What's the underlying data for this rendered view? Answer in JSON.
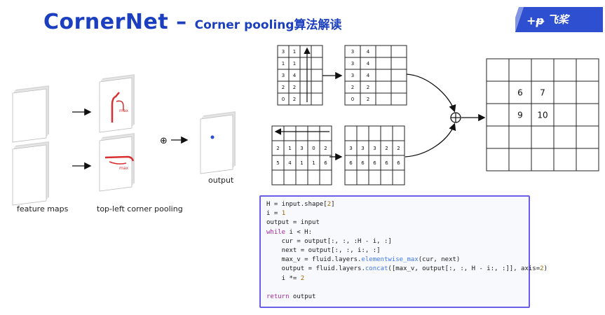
{
  "slide": {
    "title_main": "CornerNet – ",
    "title_sub": "Corner pooling算法解读",
    "logo_text": "飞桨",
    "brand_color": "#1b3fbf"
  },
  "left_figure": {
    "label_feature_maps": "feature maps",
    "label_pooling": "top-left corner pooling",
    "label_output": "output",
    "plus_symbol": "⊕"
  },
  "grids": {
    "top_input": [
      [
        "3",
        "1",
        "",
        ""
      ],
      [
        "1",
        "1",
        "",
        ""
      ],
      [
        "3",
        "4",
        "",
        ""
      ],
      [
        "2",
        "2",
        "",
        ""
      ],
      [
        "0",
        "2",
        "",
        ""
      ]
    ],
    "top_output": [
      [
        "3",
        "4",
        "",
        ""
      ],
      [
        "3",
        "4",
        "",
        ""
      ],
      [
        "3",
        "4",
        "",
        ""
      ],
      [
        "2",
        "2",
        "",
        ""
      ],
      [
        "0",
        "2",
        "",
        ""
      ]
    ],
    "bottom_input": [
      [
        "",
        "",
        "",
        "",
        ""
      ],
      [
        "2",
        "1",
        "3",
        "0",
        "2"
      ],
      [
        "5",
        "4",
        "1",
        "1",
        "6"
      ],
      [
        "",
        "",
        "",
        "",
        ""
      ]
    ],
    "bottom_output": [
      [
        "",
        "",
        "",
        "",
        ""
      ],
      [
        "3",
        "3",
        "3",
        "2",
        "2"
      ],
      [
        "6",
        "6",
        "6",
        "6",
        "6"
      ],
      [
        "",
        "",
        "",
        "",
        ""
      ]
    ],
    "result": [
      [
        "",
        "",
        "",
        "",
        ""
      ],
      [
        "",
        "6",
        "7",
        "",
        ""
      ],
      [
        "",
        "9",
        "10",
        "",
        ""
      ],
      [
        "",
        "",
        "",
        "",
        ""
      ],
      [
        "",
        "",
        "",
        "",
        ""
      ]
    ]
  },
  "code": {
    "lines": [
      [
        {
          "t": "H = input.shape["
        },
        {
          "t": "2",
          "c": "num"
        },
        {
          "t": "]"
        }
      ],
      [
        {
          "t": "i = "
        },
        {
          "t": "1",
          "c": "num"
        }
      ],
      [
        {
          "t": "output = input"
        }
      ],
      [
        {
          "t": "while",
          "c": "kw"
        },
        {
          "t": " i < H:"
        }
      ],
      [
        {
          "t": "    cur = output[:, :, :H - i, :]"
        }
      ],
      [
        {
          "t": "    next = output[:, :, i:, :]"
        }
      ],
      [
        {
          "t": "    max_v = fluid.layers."
        },
        {
          "t": "elementwise_max",
          "c": "fn"
        },
        {
          "t": "(cur, next)"
        }
      ],
      [
        {
          "t": "    output = fluid.layers."
        },
        {
          "t": "concat",
          "c": "fn"
        },
        {
          "t": "([max_v, output[:, :, H - i:, :]], axis="
        },
        {
          "t": "2",
          "c": "num"
        },
        {
          "t": ")"
        }
      ],
      [
        {
          "t": "    i *= "
        },
        {
          "t": "2",
          "c": "num"
        }
      ],
      [
        {
          "t": ""
        }
      ],
      [
        {
          "t": "return",
          "c": "kw"
        },
        {
          "t": " output"
        }
      ]
    ]
  }
}
